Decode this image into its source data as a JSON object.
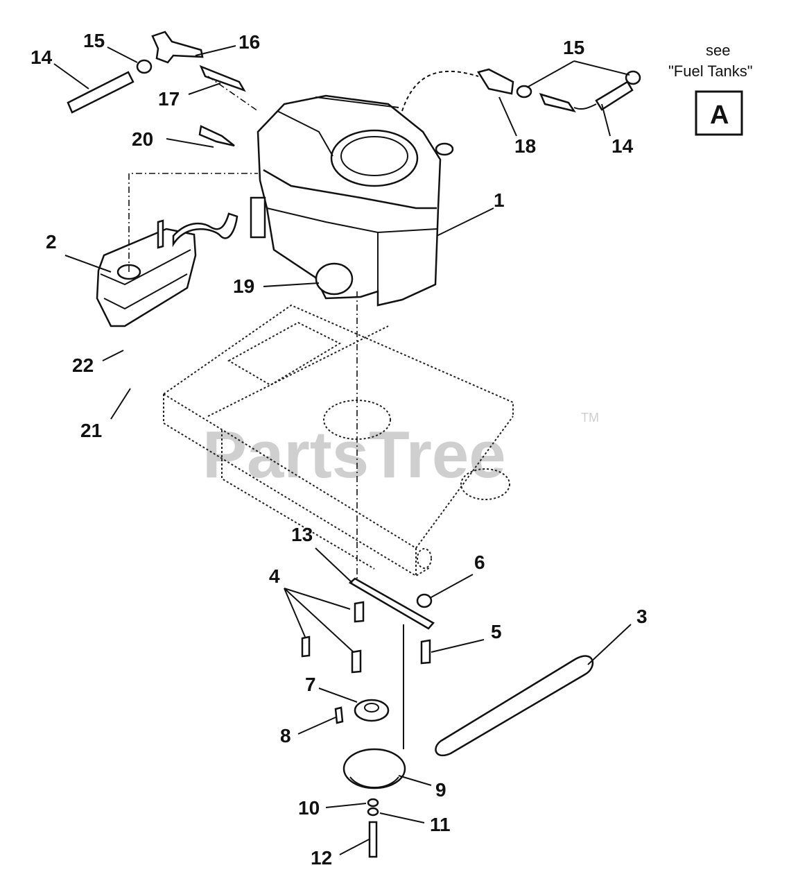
{
  "diagram": {
    "callouts": [
      {
        "id": "c1",
        "text": "1"
      },
      {
        "id": "c2",
        "text": "2"
      },
      {
        "id": "c3",
        "text": "3"
      },
      {
        "id": "c4",
        "text": "4"
      },
      {
        "id": "c5",
        "text": "5"
      },
      {
        "id": "c6",
        "text": "6"
      },
      {
        "id": "c7",
        "text": "7"
      },
      {
        "id": "c8",
        "text": "8"
      },
      {
        "id": "c9",
        "text": "9"
      },
      {
        "id": "c10",
        "text": "10"
      },
      {
        "id": "c11",
        "text": "11"
      },
      {
        "id": "c12",
        "text": "12"
      },
      {
        "id": "c13",
        "text": "13"
      },
      {
        "id": "c14a",
        "text": "14"
      },
      {
        "id": "c14b",
        "text": "14"
      },
      {
        "id": "c15a",
        "text": "15"
      },
      {
        "id": "c15b",
        "text": "15"
      },
      {
        "id": "c16",
        "text": "16"
      },
      {
        "id": "c17",
        "text": "17"
      },
      {
        "id": "c18",
        "text": "18"
      },
      {
        "id": "c19",
        "text": "19"
      },
      {
        "id": "c20",
        "text": "20"
      },
      {
        "id": "c21",
        "text": "21"
      },
      {
        "id": "c22",
        "text": "22"
      }
    ],
    "see_note": {
      "line1": "see",
      "line2": "\"Fuel Tanks\"",
      "ref_box": "A"
    },
    "watermark": {
      "text": "PartsTree",
      "tm": "TM"
    }
  }
}
